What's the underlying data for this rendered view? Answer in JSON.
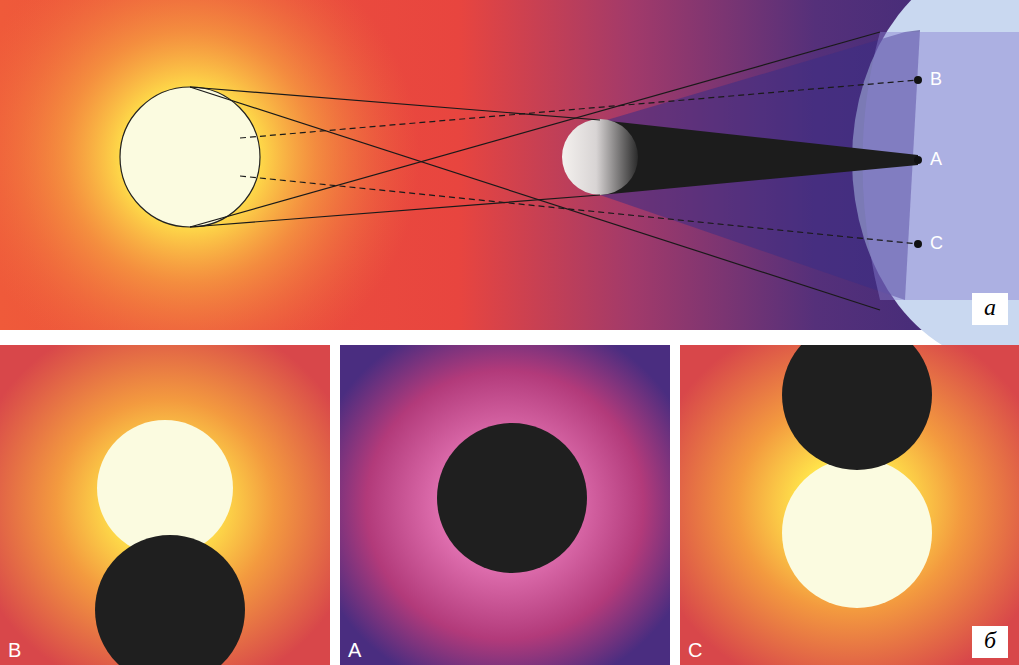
{
  "diagram": {
    "labels": [
      "B",
      "A",
      "C",
      "а",
      "B",
      "A",
      "C",
      "б"
    ]
  }
}
